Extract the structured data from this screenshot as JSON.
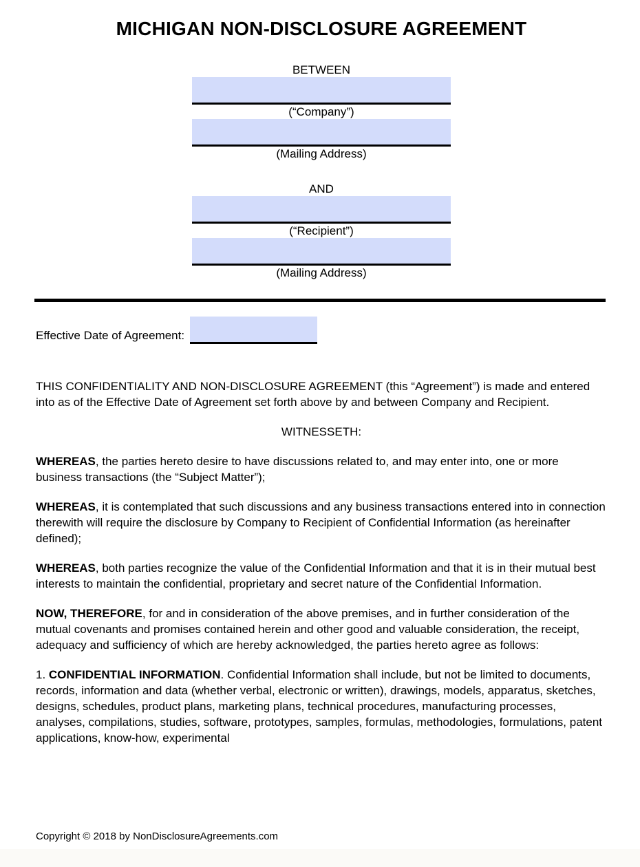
{
  "page": {
    "title": "MICHIGAN NON-DISCLOSURE AGREEMENT",
    "footer": "Copyright © 2018 by NonDisclosureAgreements.com"
  },
  "parties": {
    "between_label": "BETWEEN",
    "company_name_value": "",
    "company_caption": "(“Company”)",
    "company_mailing_value": "",
    "company_mailing_caption": "(Mailing Address)",
    "and_label": "AND",
    "recipient_name_value": "",
    "recipient_caption": "(“Recipient”)",
    "recipient_mailing_value": "",
    "recipient_mailing_caption": "(Mailing Address)"
  },
  "effective_date": {
    "label": "Effective Date of Agreement:",
    "value": ""
  },
  "body": {
    "intro": "THIS CONFIDENTIALITY AND NON-DISCLOSURE AGREEMENT (this “Agreement”) is made and entered into as of the Effective Date of Agreement set forth above by and between Company and Recipient.",
    "witnesseth": "WITNESSETH:",
    "whereas_1": {
      "bold": "WHEREAS",
      "text": ", the parties hereto desire to have discussions related to, and may enter into, one or more business transactions (the “Subject Matter”);"
    },
    "whereas_2": {
      "bold": "WHEREAS",
      "text": ", it is contemplated that such discussions and any business transactions entered into in connection therewith will require the disclosure by Company to Recipient of Confidential Information (as hereinafter defined);"
    },
    "whereas_3": {
      "bold": "WHEREAS",
      "text": ", both parties recognize the value of the Confidential Information and that it is in their mutual best interests to maintain the confidential, proprietary and secret nature of the Confidential Information."
    },
    "now_therefore": {
      "bold": "NOW, THEREFORE",
      "text": ", for and in consideration of the above premises, and in further consideration of the mutual covenants and promises contained herein and other good and valuable consideration, the receipt, adequacy and sufficiency of which are hereby acknowledged, the parties hereto agree as follows:"
    },
    "section_1": {
      "pre": "1. ",
      "bold": "CONFIDENTIAL INFORMATION",
      "text": ". Confidential Information shall include, but not be limited to documents, records, information and data (whether verbal, electronic or written), drawings, models, apparatus, sketches, designs, schedules, product plans, marketing plans, technical procedures, manufacturing processes, analyses, compilations, studies, software, prototypes, samples, formulas, methodologies, formulations, patent applications, know-how, experimental"
    }
  },
  "colors": {
    "field_highlight": "#d3dcfb",
    "divider": "#000000",
    "text": "#000000"
  }
}
